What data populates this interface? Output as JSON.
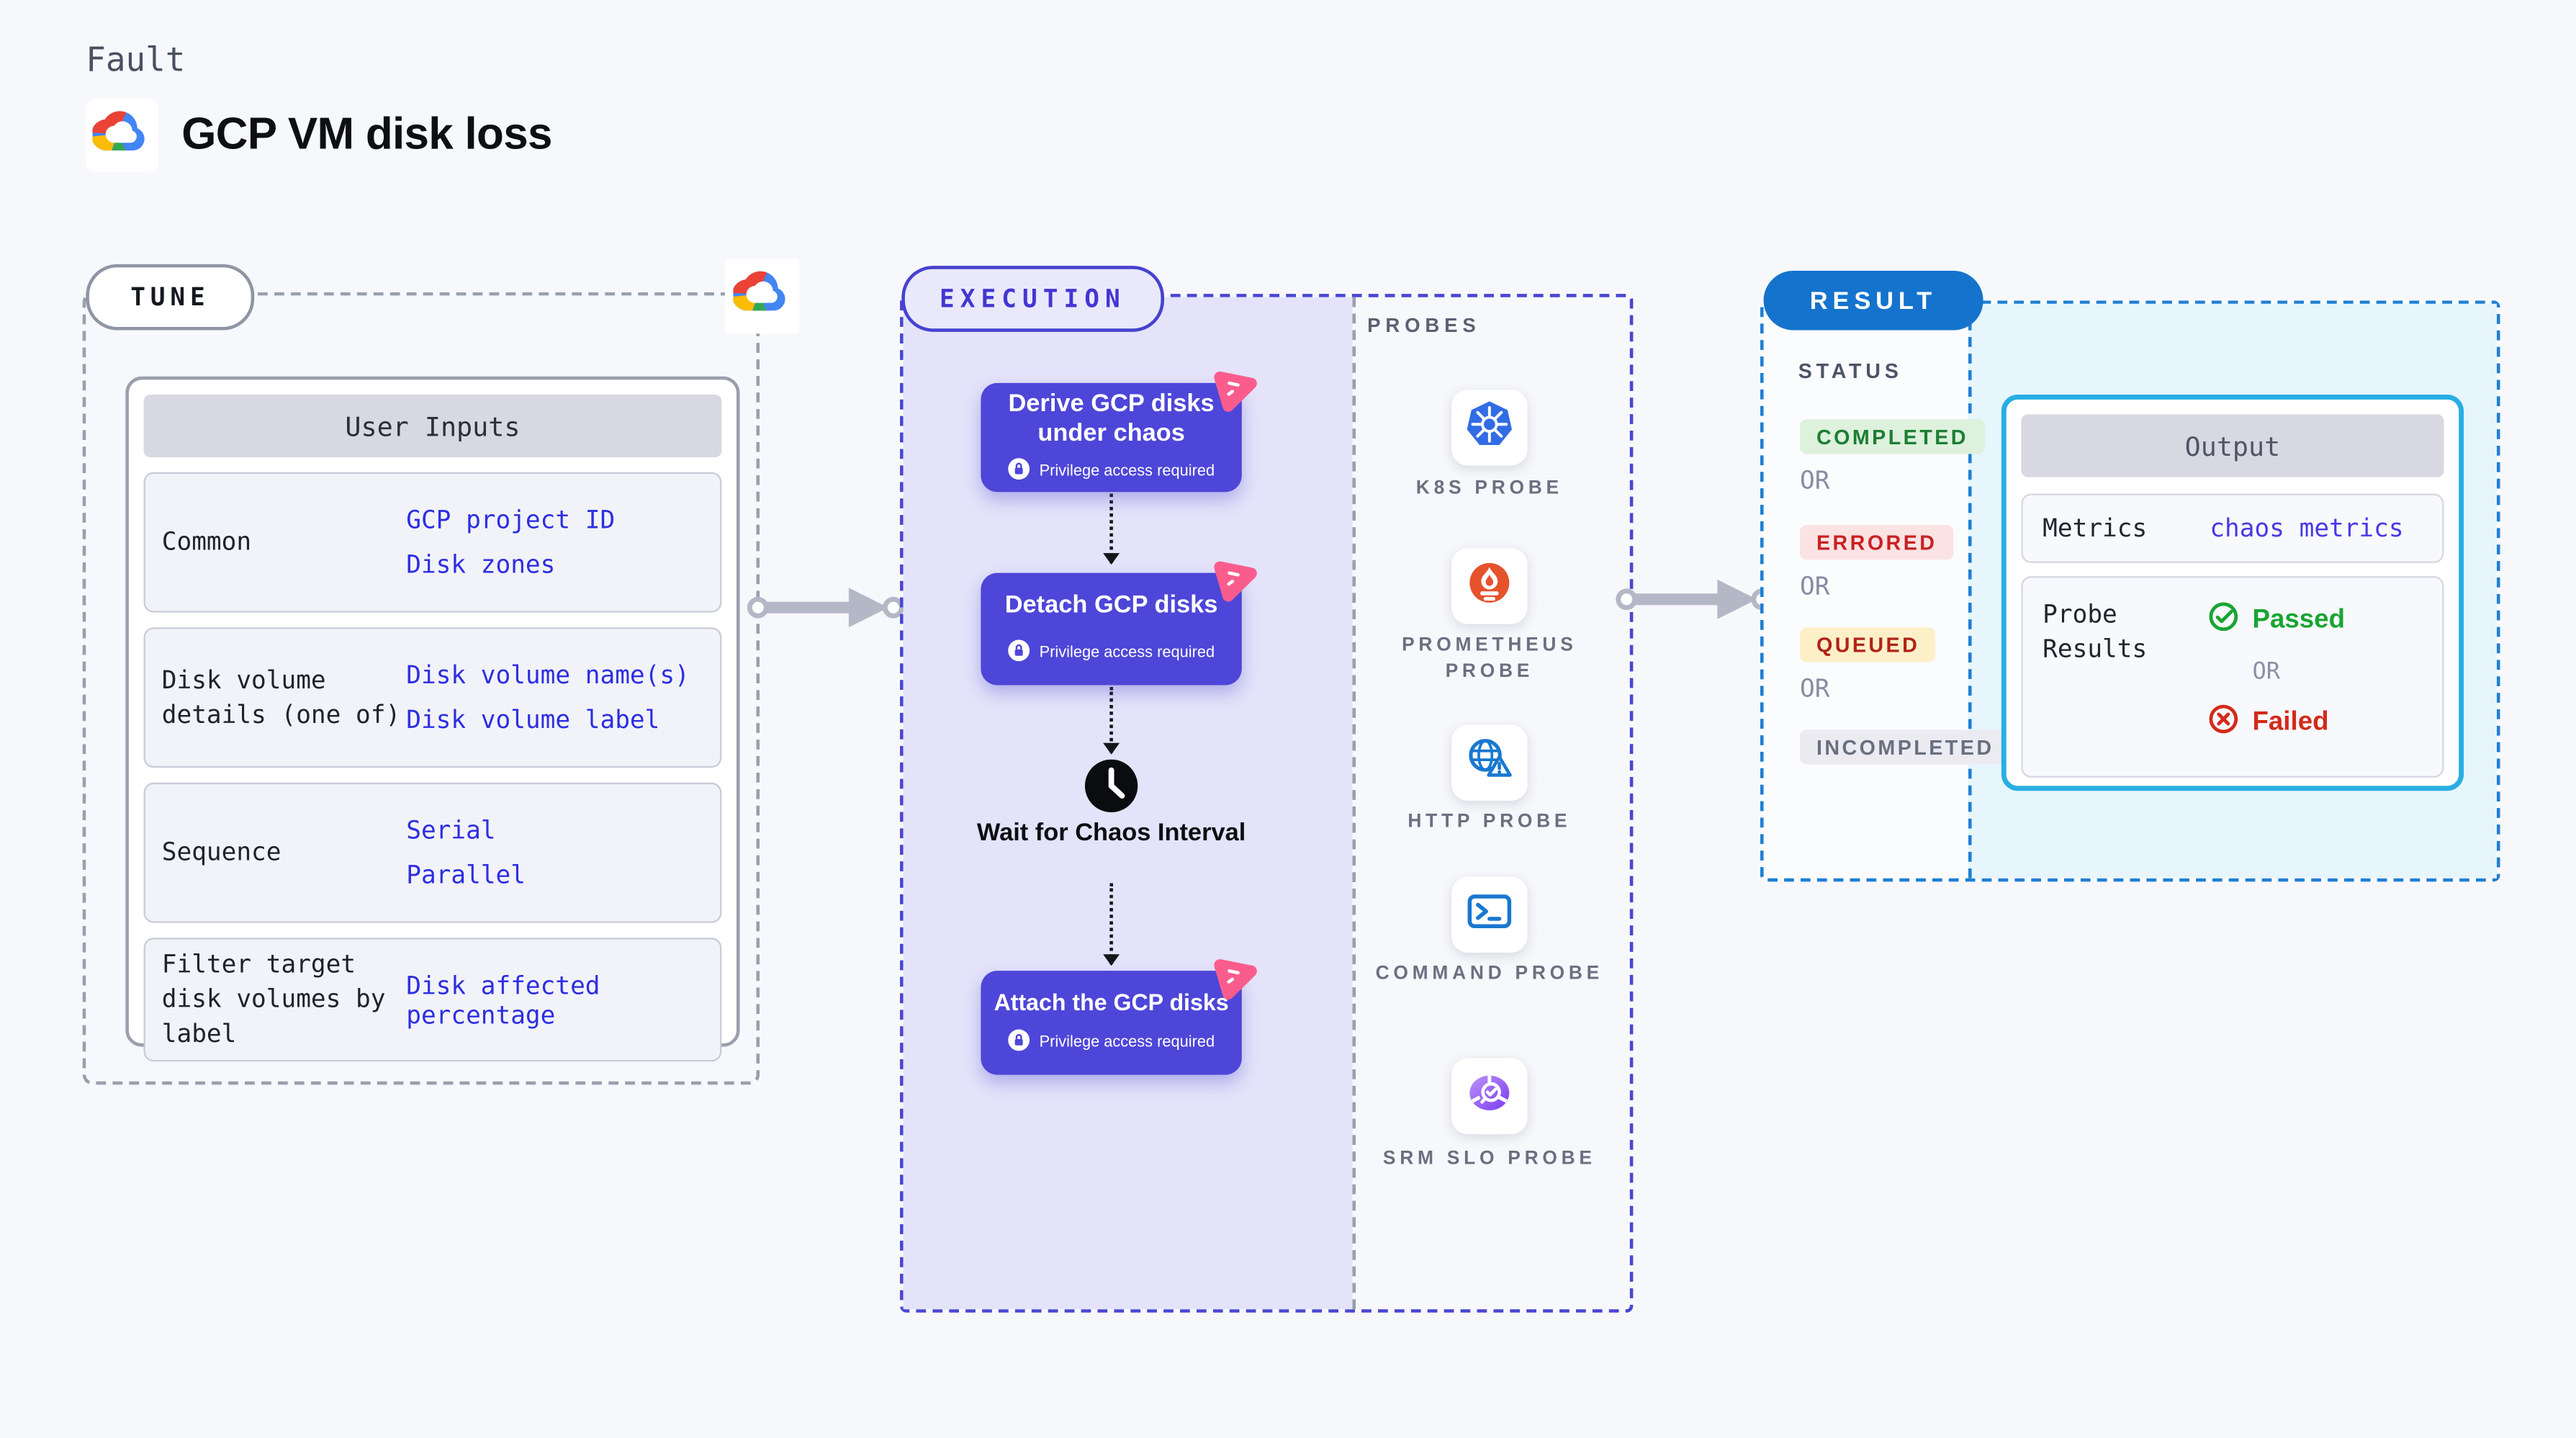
{
  "header": {
    "eyebrow": "Fault",
    "title": "GCP VM disk loss"
  },
  "tune": {
    "label": "TUNE",
    "table_title": "User Inputs",
    "rows": [
      {
        "label": "Common",
        "values": [
          "GCP project ID",
          "Disk zones"
        ]
      },
      {
        "label": "Disk volume details (one of)",
        "values": [
          "Disk volume name(s)",
          "Disk volume label"
        ]
      },
      {
        "label": "Sequence",
        "values": [
          "Serial",
          "Parallel"
        ]
      },
      {
        "label": "Filter target disk volumes by label",
        "values": [
          "Disk affected percentage"
        ]
      }
    ]
  },
  "execution": {
    "label": "EXECUTION",
    "steps": [
      {
        "title": "Derive GCP disks under chaos",
        "badge": "Privilege access required"
      },
      {
        "title": "Detach GCP disks",
        "badge": "Privilege access required"
      },
      {
        "title": "Wait for Chaos Interval"
      },
      {
        "title": "Attach the GCP disks",
        "badge": "Privilege access required"
      }
    ]
  },
  "probes": {
    "label": "PROBES",
    "items": [
      {
        "name": "K8S PROBE",
        "icon": "kubernetes-icon"
      },
      {
        "name": "PROMETHEUS PROBE",
        "icon": "prometheus-icon"
      },
      {
        "name": "HTTP PROBE",
        "icon": "http-globe-warning-icon"
      },
      {
        "name": "COMMAND PROBE",
        "icon": "terminal-icon"
      },
      {
        "name": "SRM SLO PROBE",
        "icon": "srm-slo-icon"
      }
    ]
  },
  "result": {
    "label": "RESULT",
    "status_label": "STATUS",
    "or_label": "OR",
    "statuses": [
      {
        "text": "COMPLETED",
        "fg": "#1c7e33",
        "bg": "#ddf1dc"
      },
      {
        "text": "ERRORED",
        "fg": "#c92121",
        "bg": "#fbe3e4"
      },
      {
        "text": "QUEUED",
        "fg": "#b02318",
        "bg": "#fdf0c9"
      },
      {
        "text": "INCOMPLETED",
        "fg": "#696f80",
        "bg": "#ebebf1"
      }
    ],
    "output": {
      "title": "Output",
      "metrics_label": "Metrics",
      "metrics_value": "chaos metrics",
      "probe_results_label": "Probe Results",
      "passed": "Passed",
      "failed": "Failed"
    }
  },
  "colors": {
    "accent_indigo": "#4d46d8",
    "execution_border": "#4946d2",
    "execution_fill": "#e4e3fa",
    "result_blue": "#1473cd",
    "output_border": "#28aee3",
    "value_blue": "#2d2ee2",
    "passed_green": "#18a531",
    "failed_red": "#d32a1a",
    "chaos_pink": "#fb5c8e"
  }
}
